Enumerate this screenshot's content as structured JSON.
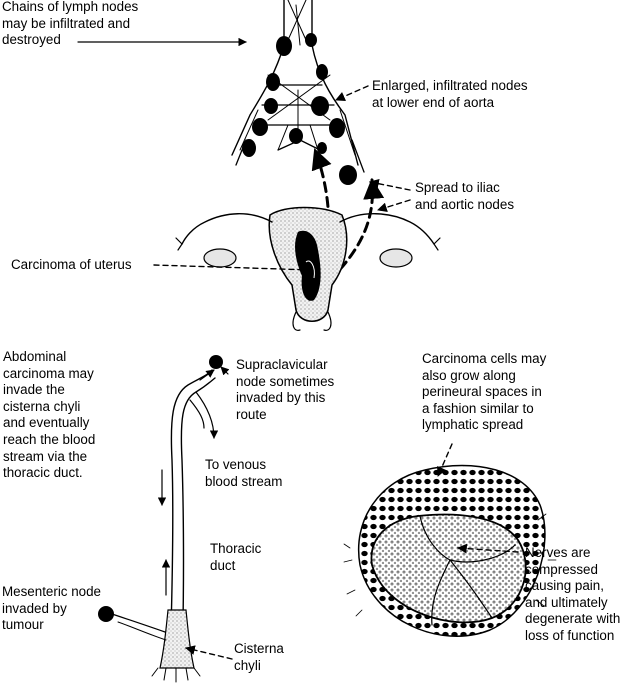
{
  "labels": {
    "lymph_chain": "Chains of lymph nodes\nmay be infiltrated and\ndestroyed",
    "aorta_nodes": "Enlarged, infiltrated nodes\nat lower end of aorta",
    "iliac_spread": "Spread to iliac\nand aortic nodes",
    "uterus_carcinoma": "Carcinoma of uterus",
    "abdominal_carcinoma": "Abdominal\ncarcinoma may\ninvade the\ncisterna chyli\nand eventually\nreach the blood\nstream via the\nthoracic duct.",
    "supraclavicular": "Supraclavicular\nnode sometimes\ninvaded by this\nroute",
    "venous": "To venous\nblood stream",
    "thoracic_duct": "Thoracic\nduct",
    "mesenteric": "Mesenteric node\ninvaded by\ntumour",
    "cisterna": "Cisterna\nchyli",
    "perineural": "Carcinoma cells may\nalso grow along\nperineural spaces in\na fashion similar to\nlymphatic spread",
    "nerves": "Nerves are\ncompressed\ncausing pain,\nand ultimately\ndegenerate with\nloss of function"
  },
  "colors": {
    "ink": "#000000",
    "shade": "#cfcfcf",
    "paper": "#ffffff"
  }
}
